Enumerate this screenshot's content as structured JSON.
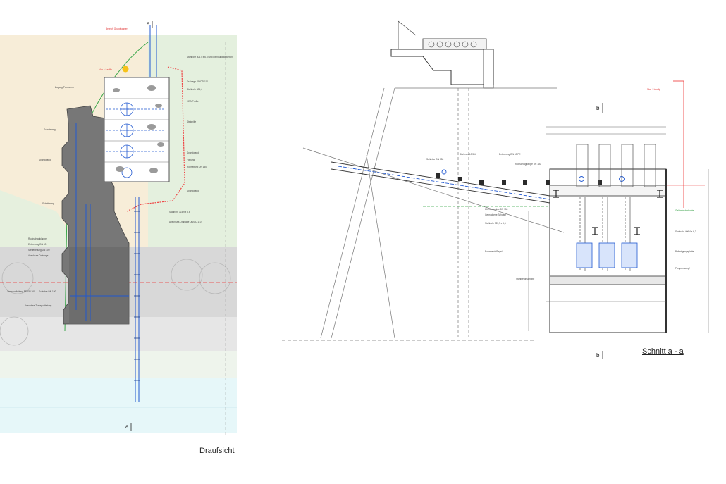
{
  "plan_view": {
    "title": "Draufsicht",
    "section_marks": [
      "a",
      "a"
    ],
    "labels_left": [
      "Zugang Pumpwerk",
      "Schotteweg",
      "Spundwand",
      "Schotteweg",
      "Ruckschlagklappe",
      "Entleerung DN 50",
      "Steuerleitung DN 100",
      "Anschluss Drainage",
      "Schieber DN 150",
      "Anschluss Transportleitung",
      "Transportleitung PE DN 160"
    ],
    "labels_right": [
      "Stahlrohr 406,4 x 6,3 für Einbindung Betonrohr",
      "Drainage DN/OD 110",
      "Stahlrohr 406,4",
      "HEB-Profile",
      "Steighilfe",
      "Spundwand",
      "Fixpunkt",
      "Rohrleitung DN 150",
      "Spundwand",
      "Stahlrohr 323,9 x 5,6",
      "Anschluss Drainage DN/OD 110"
    ],
    "label_red": "Max + Lauflip",
    "label_top_red": "Bereich Grundwasser"
  },
  "section_view": {
    "title": "Schnitt a - a",
    "section_marks": [
      "b",
      "b"
    ],
    "labels": [
      "Schieber DN 150",
      "Stahlrohr 10,3/4",
      "Entleerung DN 50 PE",
      "Rückschlagklappe DN 150",
      "Überlaufmulde DN 150",
      "Gebrochene Schotter",
      "Stahlrohr 323,9 x 5,6",
      "Rohrmeich Pegel",
      "Stahlbetonscheibe",
      "Stahlrohr 406,4 x 6,3",
      "Befestigungsplatte",
      "Pumpensumpf"
    ],
    "label_red": "Max + Lauflip",
    "label_green": "Geländeoberkante"
  }
}
